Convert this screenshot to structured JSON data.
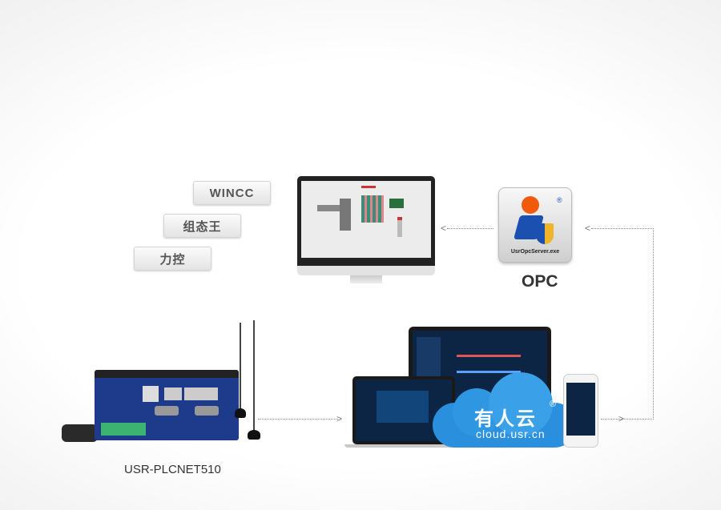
{
  "software_tags": [
    "WINCC",
    "组态王",
    "力控"
  ],
  "opc": {
    "exe_label": "UsrOpcServer.exe",
    "title": "OPC",
    "registered": "®"
  },
  "cloud": {
    "brand": "有人云",
    "registered": "®",
    "url": "cloud.usr.cn",
    "color": "#2a8fdc"
  },
  "device": {
    "model": "USR-PLCNET510",
    "body_color": "#1e3a8a"
  }
}
